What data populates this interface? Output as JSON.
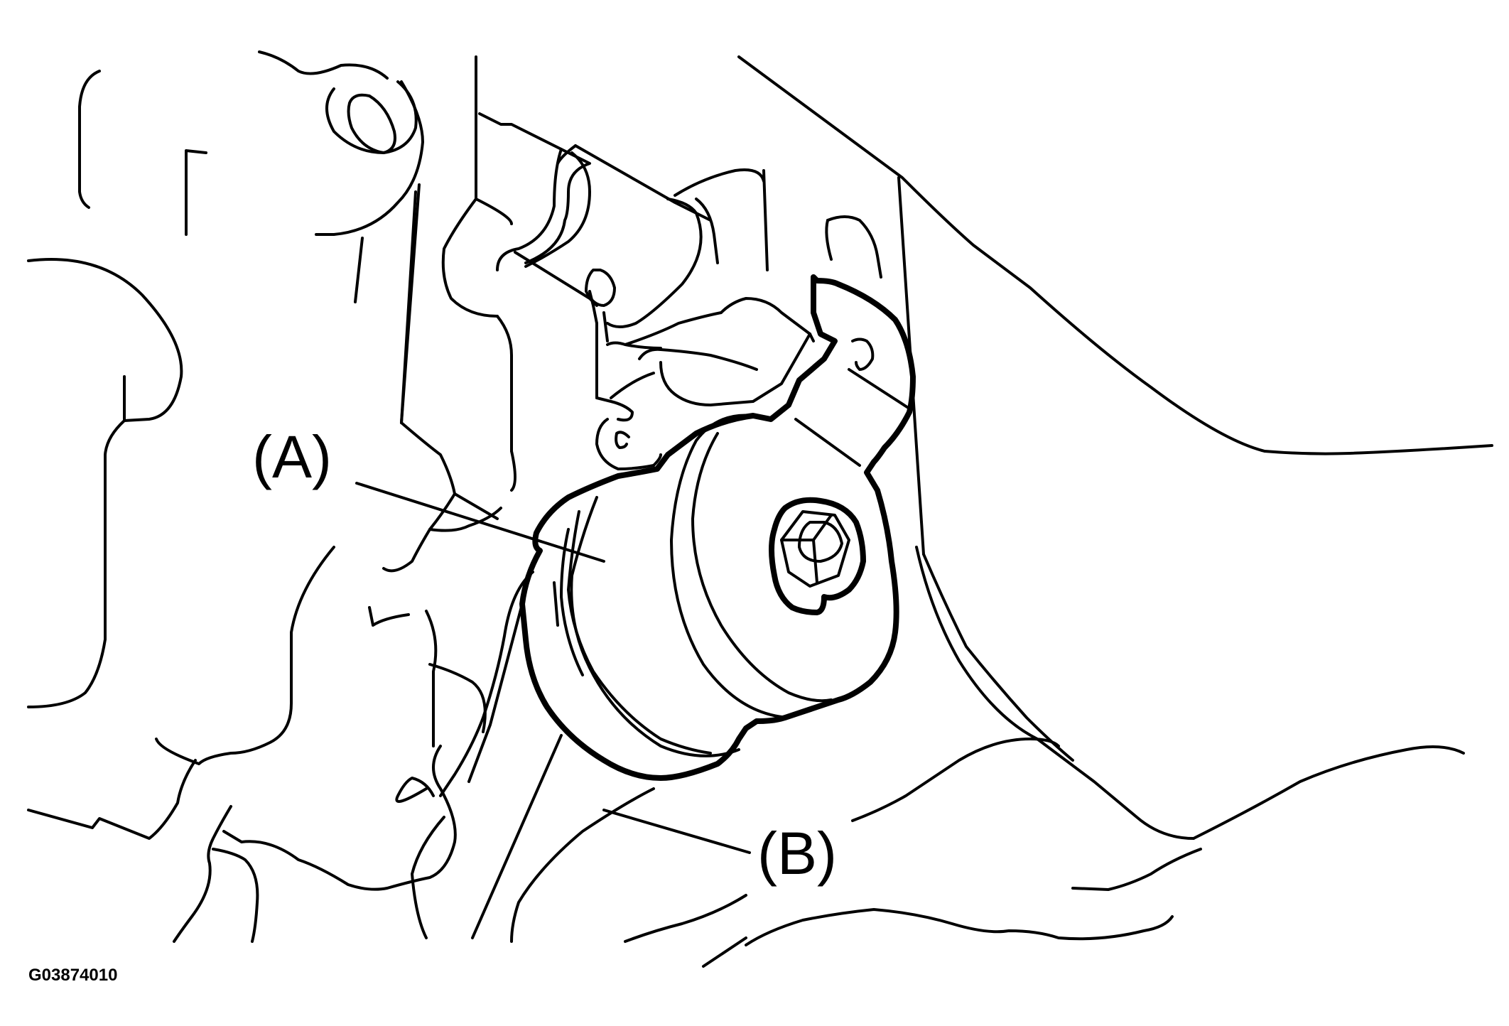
{
  "callouts": {
    "a": "(A)",
    "b": "(B)"
  },
  "figure_id": "G03874010"
}
